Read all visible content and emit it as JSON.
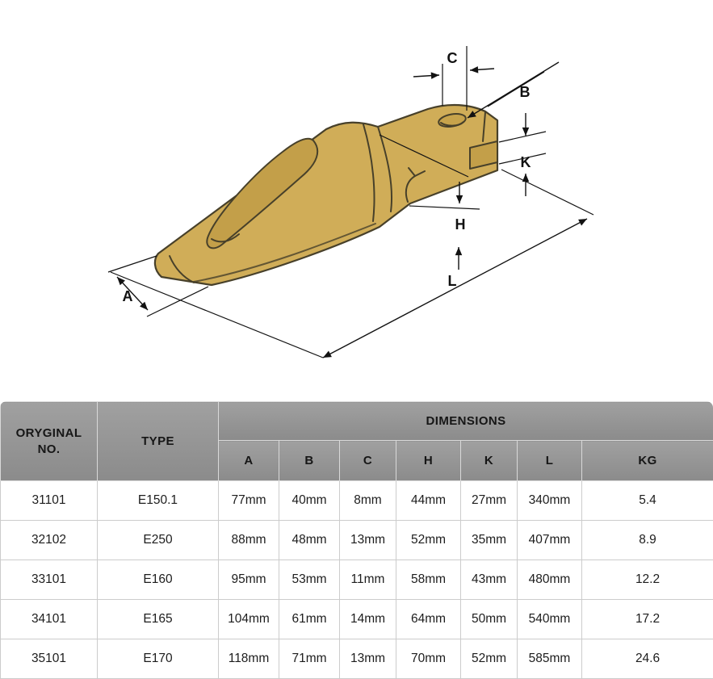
{
  "diagram": {
    "labels": {
      "A": "A",
      "B": "B",
      "C": "C",
      "H": "H",
      "K": "K",
      "L": "L"
    },
    "colors": {
      "tooth": "#d0ad58",
      "outline": "#47402a",
      "header_gray": "#969696"
    }
  },
  "table": {
    "headers": {
      "original_no": "ORYGINAL NO.",
      "type": "TYPE",
      "dimensions": "DIMENSIONS",
      "sub": [
        "A",
        "B",
        "C",
        "H",
        "K",
        "L",
        "KG"
      ]
    },
    "rows": [
      [
        "31101",
        "E150.1",
        "77mm",
        "40mm",
        "8mm",
        "44mm",
        "27mm",
        "340mm",
        "5.4"
      ],
      [
        "32102",
        "E250",
        "88mm",
        "48mm",
        "13mm",
        "52mm",
        "35mm",
        "407mm",
        "8.9"
      ],
      [
        "33101",
        "E160",
        "95mm",
        "53mm",
        "11mm",
        "58mm",
        "43mm",
        "480mm",
        "12.2"
      ],
      [
        "34101",
        "E165",
        "104mm",
        "61mm",
        "14mm",
        "64mm",
        "50mm",
        "540mm",
        "17.2"
      ],
      [
        "35101",
        "E170",
        "118mm",
        "71mm",
        "13mm",
        "70mm",
        "52mm",
        "585mm",
        "24.6"
      ]
    ]
  }
}
